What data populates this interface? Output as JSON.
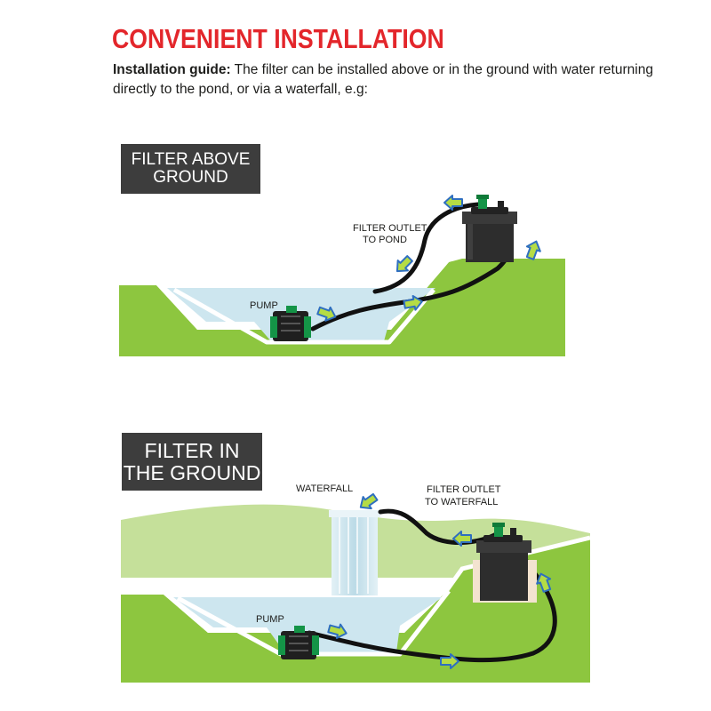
{
  "title": "CONVENIENT INSTALLATION",
  "guide": {
    "lead": "Installation guide:",
    "text": " The filter can be installed above or in the ground with water returning directly to the pond, or via a waterfall, e.g:"
  },
  "scene_above": {
    "tag": "FILTER ABOVE\nGROUND",
    "outlet_label_1": "FILTER OUTLET",
    "outlet_label_2": "TO POND",
    "pump_label": "PUMP"
  },
  "scene_ground": {
    "tag": "FILTER IN\nTHE GROUND",
    "waterfall_label": "WATERFALL",
    "outlet_label_1": "FILTER OUTLET",
    "outlet_label_2": "TO WATERFALL",
    "pump_label": "PUMP"
  },
  "colors": {
    "title_red": "#e3262b",
    "grass": "#8dc63f",
    "grass_light": "#c5e09a",
    "water": "#cde6ef",
    "tag_bg": "#3d3d3d",
    "arrow_blue": "#2f6fc0",
    "arrow_green": "#b5dc45"
  }
}
